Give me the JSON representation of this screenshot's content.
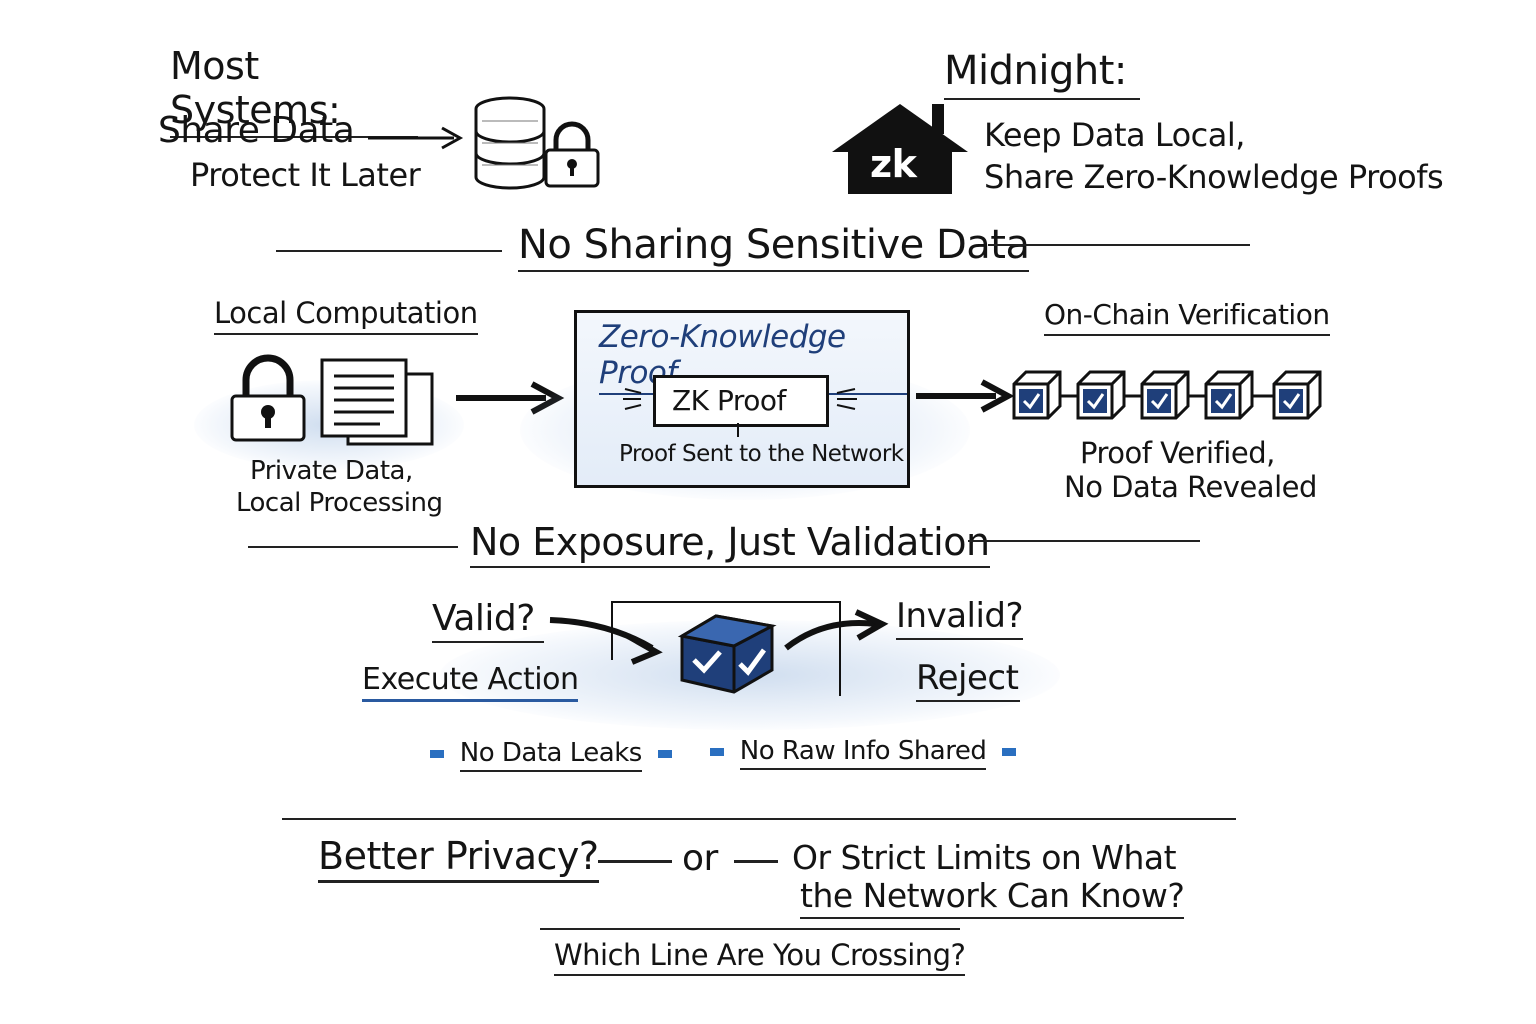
{
  "top_left": {
    "heading": "Most Systems:",
    "line1": "Share Data",
    "line2": "Protect It Later"
  },
  "top_right": {
    "heading": "Midnight:",
    "house_label": "zk",
    "line1": "Keep Data Local,",
    "line2": "Share Zero-Knowledge Proofs"
  },
  "section1": {
    "title": "No Sharing Sensitive Data"
  },
  "local": {
    "heading": "Local Computation",
    "caption1": "Private Data,",
    "caption2": "Local Processing"
  },
  "zk_box": {
    "title": "Zero-Knowledge Proof",
    "inner_label": "ZK Proof",
    "caption": "Proof Sent to the Network"
  },
  "onchain": {
    "heading": "On-Chain Verification",
    "caption1": "Proof Verified,",
    "caption2": "No Data Revealed"
  },
  "section2": {
    "title": "No Exposure, Just Validation"
  },
  "validation": {
    "valid_q": "Valid?",
    "valid_action": "Execute Action",
    "invalid_q": "Invalid?",
    "invalid_action": "Reject"
  },
  "badges": {
    "left": "No Data Leaks",
    "right": "No Raw Info Shared"
  },
  "bottom": {
    "left": "Better Privacy?",
    "or": "or",
    "right1": "Or Strict Limits on What",
    "right2": "the Network Can Know?",
    "question": "Which Line Are You Crossing?"
  },
  "colors": {
    "ink": "#141414",
    "accent_blue": "#1f3f7a",
    "chip_blue": "#2a6fc0"
  }
}
